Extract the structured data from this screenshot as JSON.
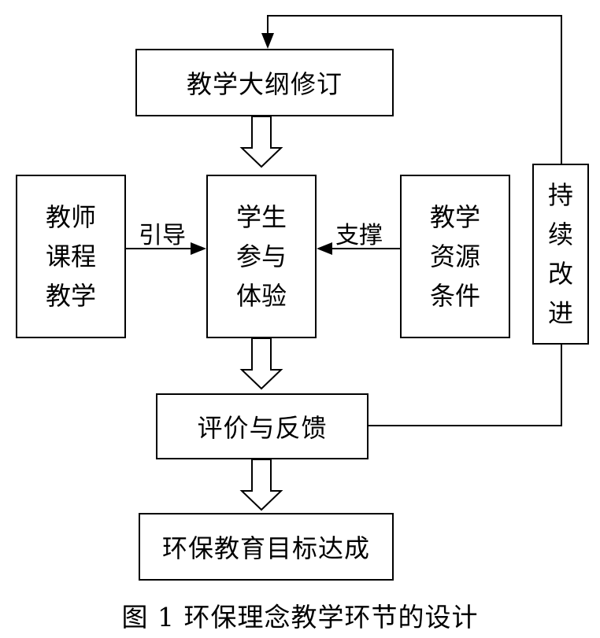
{
  "diagram": {
    "boxes": {
      "syllabus_revision": "教学大纲修订",
      "teacher_teaching": "教师\n课程\n教学",
      "student_experience": "学生\n参与\n体验",
      "teaching_resources": "教学\n资源\n条件",
      "continuous_improvement": "持\n续\n改\n进",
      "evaluation_feedback": "评价与反馈",
      "goal_achievement": "环保教育目标达成"
    },
    "edge_labels": {
      "guide": "引导",
      "support": "支撑"
    }
  },
  "caption": "图 1  环保理念教学环节的设计"
}
